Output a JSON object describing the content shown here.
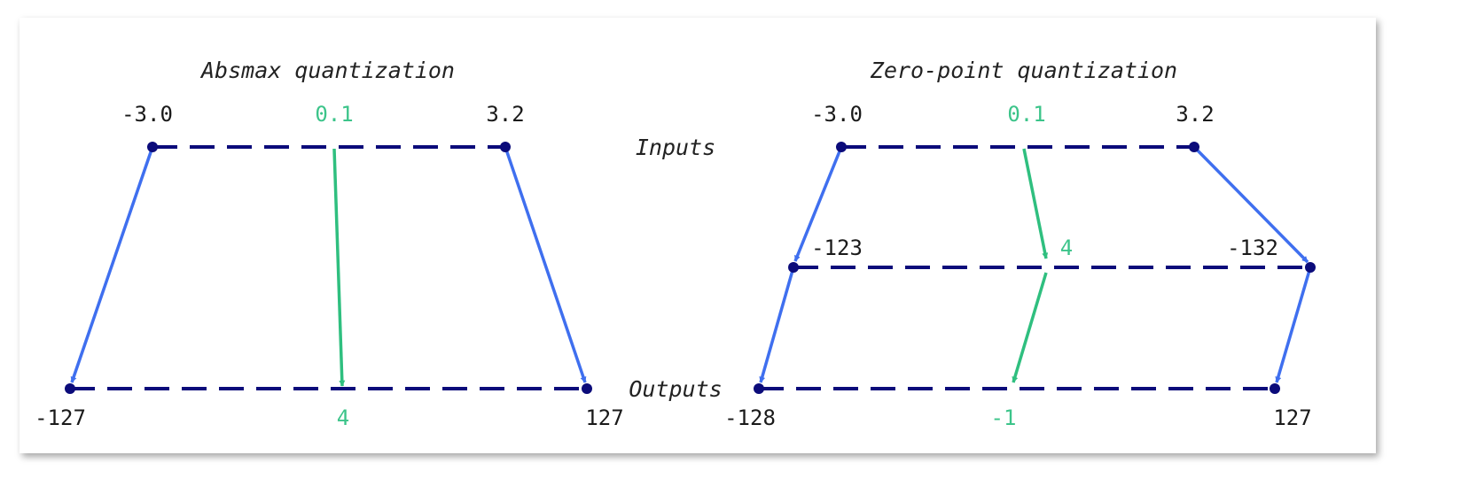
{
  "colors": {
    "line": "#0b0b7a",
    "arrow_blue": "#3f6fef",
    "arrow_green": "#2fbf7f",
    "text_green": "#3cc48a",
    "text_dark": "#1a1a1a"
  },
  "center": {
    "inputs_label": "Inputs",
    "outputs_label": "Outputs"
  },
  "absmax": {
    "title": "Absmax quantization",
    "inputs": [
      "-3.0",
      "0.1",
      "3.2"
    ],
    "outputs": [
      "-127",
      "4",
      "127"
    ]
  },
  "zeropoint": {
    "title": "Zero-point quantization",
    "inputs": [
      "-3.0",
      "0.1",
      "3.2"
    ],
    "middle": [
      "-123",
      "4",
      "-132"
    ],
    "outputs": [
      "-128",
      "-1",
      "127"
    ]
  }
}
